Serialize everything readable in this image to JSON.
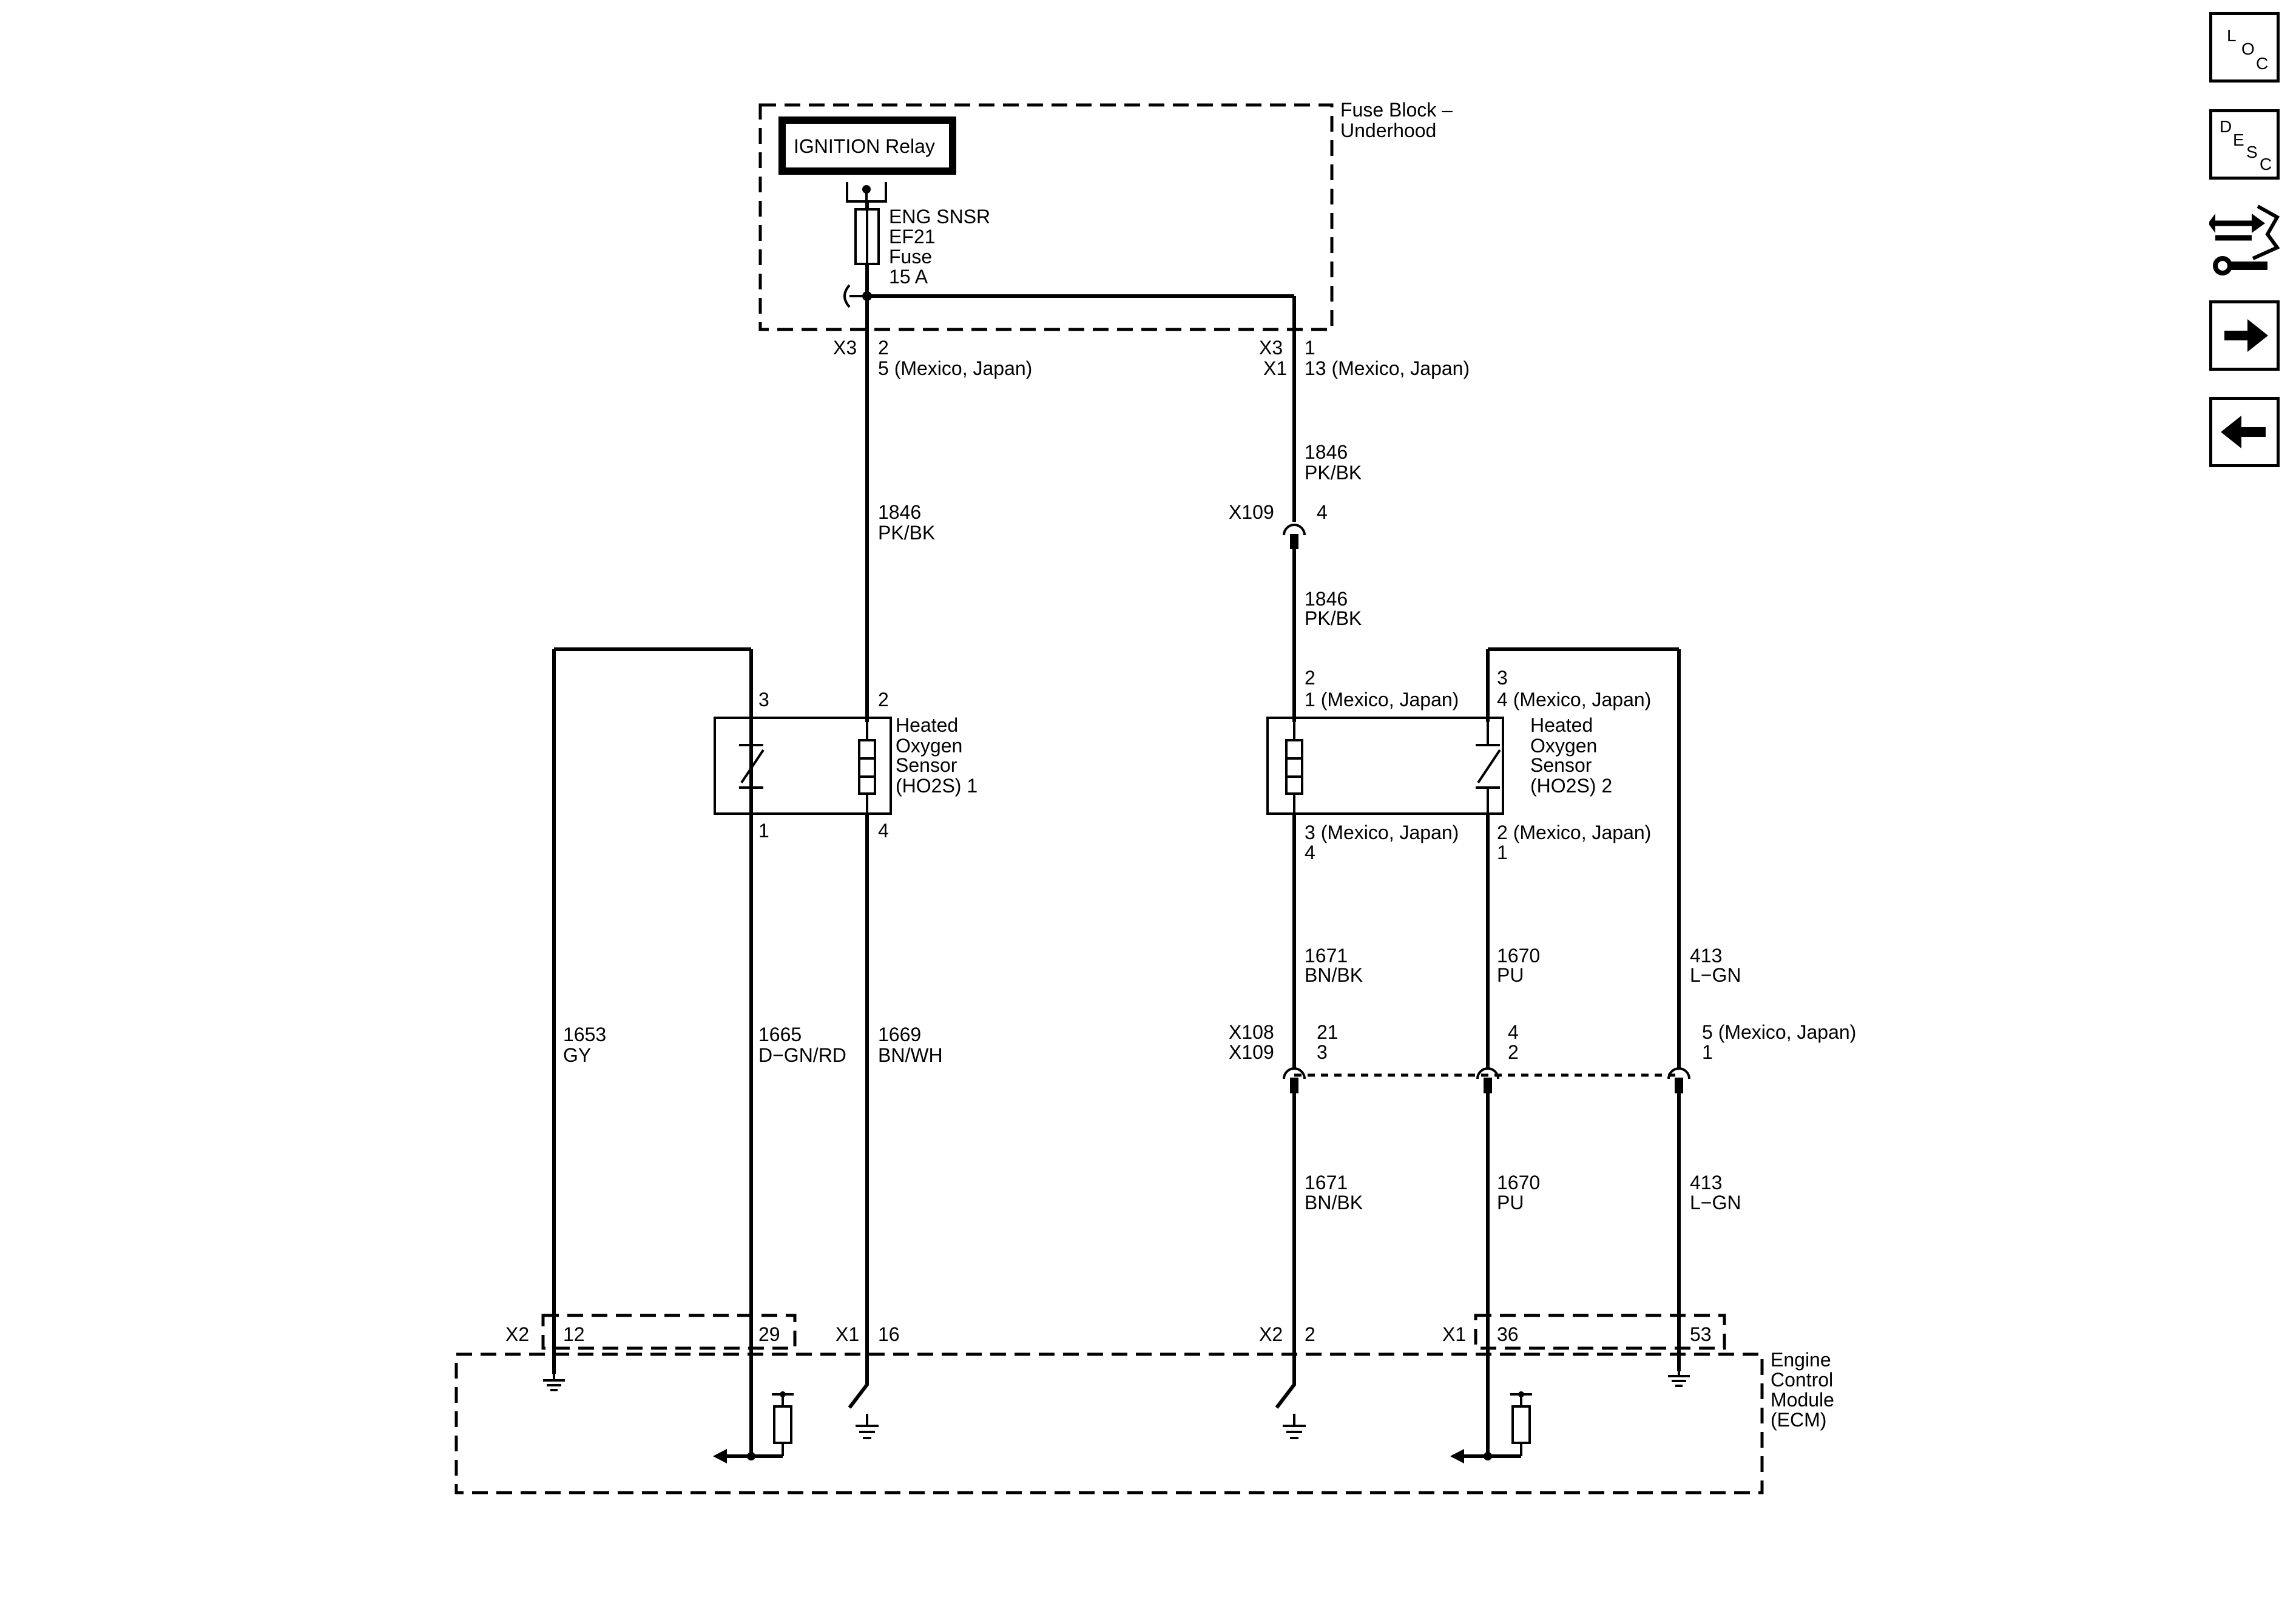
{
  "nav": {
    "loc": [
      "L",
      "O",
      "C"
    ],
    "desc": [
      "D",
      "E",
      "S",
      "C"
    ],
    "icons": [
      "connector-icon",
      "right-arrow-icon",
      "left-arrow-icon"
    ]
  },
  "fuse_block": {
    "title_line1": "Fuse Block –",
    "title_line2": "Underhood",
    "relay": "IGNITION Relay",
    "fuse_l1": "ENG SNSR",
    "fuse_l2": "EF21",
    "fuse_l3": "Fuse",
    "fuse_l4": "15 A"
  },
  "connectors": {
    "left_conn": "X3",
    "left_pin": "2",
    "left_pin_alt": "5 (Mexico, Japan)",
    "right_conn1": "X3",
    "right_conn2": "X1",
    "right_pin": "1",
    "right_pin_alt": "13 (Mexico, Japan)",
    "x109_top": "X109",
    "x109_top_pin": "4",
    "x108": "X108",
    "x109_bot": "X109",
    "c21": "21",
    "c3": "3",
    "c4": "4",
    "c2": "2",
    "c5": "5 (Mexico, Japan)",
    "c1": "1"
  },
  "wires": {
    "w1846_a": [
      "1846",
      "PK/BK"
    ],
    "w1846_b": [
      "1846",
      "PK/BK"
    ],
    "w1846_c": [
      "1846",
      "PK/BK"
    ],
    "w1653": [
      "1653",
      "GY"
    ],
    "w1665": [
      "1665",
      "D−GN/RD"
    ],
    "w1669": [
      "1669",
      "BN/WH"
    ],
    "w1671_a": [
      "1671",
      "BN/BK"
    ],
    "w1670_a": [
      "1670",
      "PU"
    ],
    "w413_a": [
      "413",
      "L−GN"
    ],
    "w1671_b": [
      "1671",
      "BN/BK"
    ],
    "w1670_b": [
      "1670",
      "PU"
    ],
    "w413_b": [
      "413",
      "L−GN"
    ]
  },
  "ho2s1": {
    "label": [
      "Heated",
      "Oxygen",
      "Sensor",
      "(HO2S) 1"
    ],
    "pin_top_left": "3",
    "pin_top_right": "2",
    "pin_bot_left": "1",
    "pin_bot_right": "4"
  },
  "ho2s2": {
    "label": [
      "Heated",
      "Oxygen",
      "Sensor",
      "(HO2S) 2"
    ],
    "pin_top_left": "2",
    "pin_top_left_alt": "1 (Mexico, Japan)",
    "pin_top_right": "3",
    "pin_top_right_alt": "4 (Mexico, Japan)",
    "pin_bot_left": "3 (Mexico, Japan)",
    "pin_bot_left_alt": "4",
    "pin_bot_right": "2 (Mexico, Japan)",
    "pin_bot_right_alt": "1"
  },
  "ecm": {
    "label": [
      "Engine",
      "Control",
      "Module",
      "(ECM)"
    ],
    "x2a": "X2",
    "p12": "12",
    "p29": "29",
    "x1a": "X1",
    "p16": "16",
    "x2b": "X2",
    "p2": "2",
    "x1b": "X1",
    "p36": "36",
    "p53": "53"
  }
}
